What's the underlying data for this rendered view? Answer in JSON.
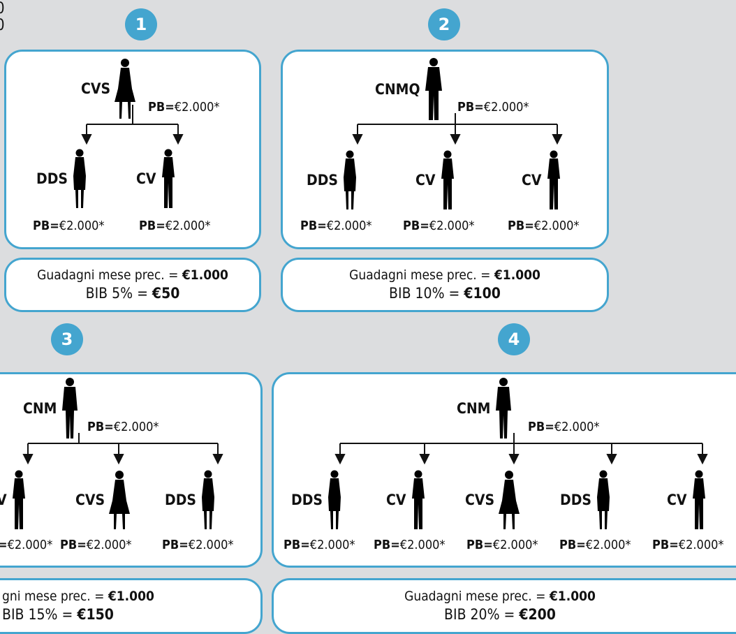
{
  "corner_digits": [
    "0",
    "0"
  ],
  "pb_label": "PB=",
  "pb_value": "€2.000*",
  "earnings_prefix": "Guadagni mese prec. = ",
  "earnings_prefix_truncated": "gni mese prec. = ",
  "earnings_value": "€1.000",
  "colors": {
    "accent": "#44a5cf",
    "background": "#dcdddf",
    "panel": "#ffffff"
  },
  "panels": [
    {
      "number": "1",
      "top": {
        "role": "CVS",
        "icon": "woman-dress-silhouette-icon"
      },
      "children": [
        {
          "role": "DDS",
          "icon": "woman-skirt-suit-silhouette-icon"
        },
        {
          "role": "CV",
          "icon": "woman-pantsuit-silhouette-icon"
        }
      ],
      "bib_label": "BIB 5% = ",
      "bib_value": "€50"
    },
    {
      "number": "2",
      "top": {
        "role": "CNMQ",
        "icon": "man-suit-silhouette-icon"
      },
      "children": [
        {
          "role": "DDS",
          "icon": "woman-skirt-suit-silhouette-icon"
        },
        {
          "role": "CV",
          "icon": "woman-pantsuit-silhouette-icon"
        },
        {
          "role": "CV",
          "icon": "woman-pantsuit-silhouette-icon"
        }
      ],
      "bib_label": "BIB 10% = ",
      "bib_value": "€100"
    },
    {
      "number": "3",
      "top": {
        "role": "CNM",
        "icon": "woman-blazer-silhouette-icon"
      },
      "children": [
        {
          "role": "CV",
          "role_visible": "V",
          "icon": "woman-pantsuit-silhouette-icon"
        },
        {
          "role": "CVS",
          "icon": "woman-dress-silhouette-icon"
        },
        {
          "role": "DDS",
          "icon": "woman-skirt-suit-silhouette-icon"
        }
      ],
      "pb_first_visible": "=",
      "bib_label": "BIB 15% = ",
      "bib_label_truncated": "BIB 15% = ",
      "bib_value": "€150"
    },
    {
      "number": "4",
      "top": {
        "role": "CNM",
        "icon": "woman-blazer-silhouette-icon"
      },
      "children": [
        {
          "role": "DDS",
          "icon": "woman-skirt-suit-silhouette-icon"
        },
        {
          "role": "CV",
          "icon": "woman-pantsuit-silhouette-icon"
        },
        {
          "role": "CVS",
          "icon": "woman-dress-silhouette-icon"
        },
        {
          "role": "DDS",
          "icon": "woman-skirt-suit-silhouette-icon"
        },
        {
          "role": "CV",
          "icon": "woman-pantsuit-silhouette-icon"
        }
      ],
      "bib_label": "BIB 20% = ",
      "bib_value": "€200"
    }
  ]
}
